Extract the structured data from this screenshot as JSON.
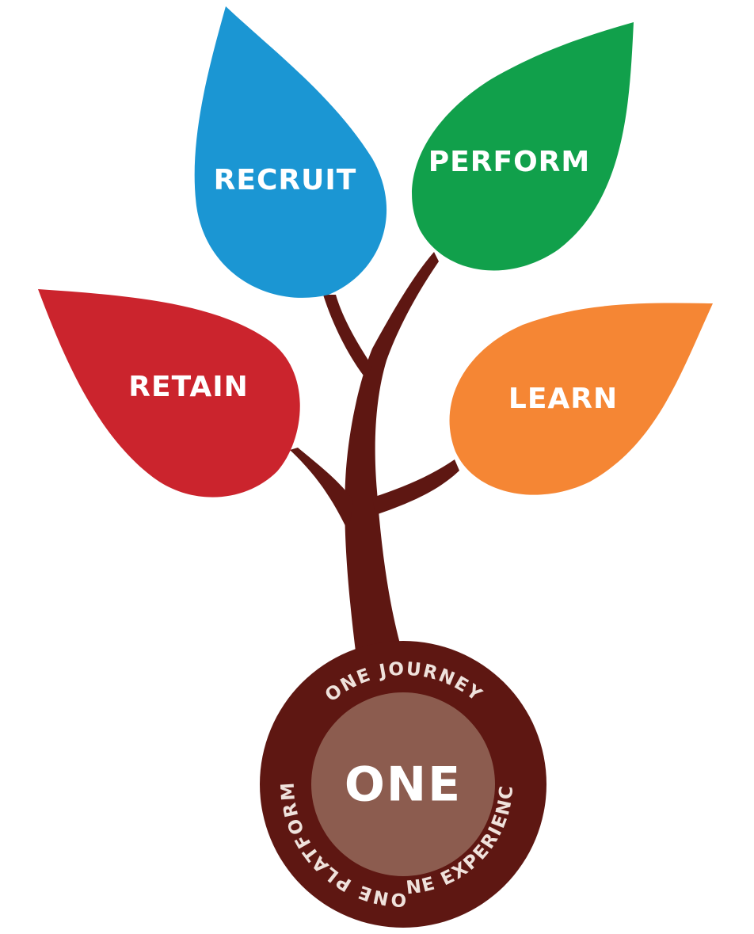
{
  "leaves": {
    "recruit": {
      "label": "RECRUIT",
      "color": "#1b96d3"
    },
    "perform": {
      "label": "PERFORM",
      "color": "#11a04b"
    },
    "retain": {
      "label": "RETAIN",
      "color": "#cb242d"
    },
    "learn": {
      "label": "LEARN",
      "color": "#f58634"
    }
  },
  "trunk": {
    "color": "#5e1712"
  },
  "core": {
    "label": "ONE",
    "inner_color": "#8c5c4f",
    "outer_color": "#5e1712"
  },
  "ring": {
    "top": "ONE JOURNEY",
    "right": "ONE EXPERIENCE",
    "left": "ONE PLATFORM"
  }
}
